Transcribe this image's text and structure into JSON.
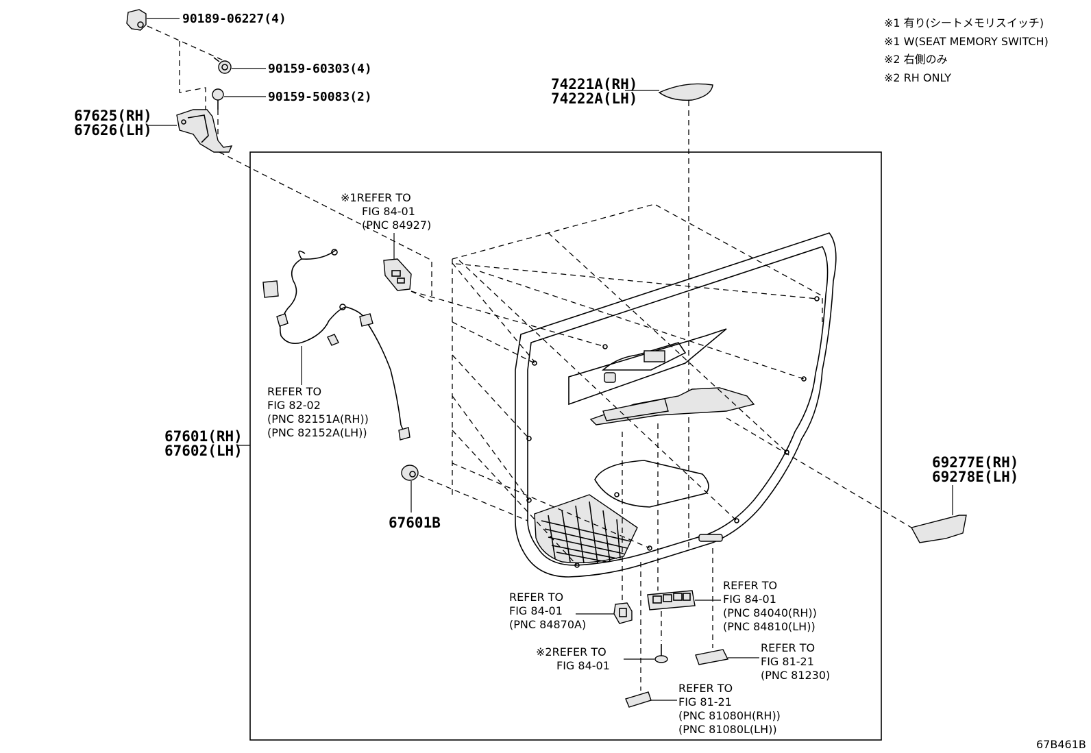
{
  "notes": [
    "※1 有り(シートメモリスイッチ)",
    "※1 W(SEAT MEMORY SWITCH)",
    "※2 右側のみ",
    "※2 RH ONLY"
  ],
  "fig_code": "67B461B",
  "parts": {
    "clip": "90189-06227(4)",
    "screw_a": "90159-60303(4)",
    "screw_b": "90159-50083(2)",
    "bracket_rh": "67625(RH)",
    "bracket_lh": "67626(LH)",
    "panel_rh": "67601(RH)",
    "panel_lh": "67602(LH)",
    "trim_rh": "74221A(RH)",
    "trim_lh": "74222A(LH)",
    "pad_rh": "69277E(RH)",
    "pad_lh": "69278E(LH)",
    "cap": "67601B"
  },
  "refs": {
    "seat_memory": [
      "※1REFER TO",
      "FIG 84-01",
      "(PNC 84927)"
    ],
    "wire": [
      "REFER TO",
      "FIG 82-02",
      "(PNC 82151A(RH))",
      "(PNC 82152A(LH))"
    ],
    "switch_small": [
      "REFER TO",
      "FIG 84-01",
      "(PNC 84870A)"
    ],
    "switch_master": [
      "REFER TO",
      "FIG 84-01",
      "(PNC 84040(RH))",
      "(PNC 84810(LH))"
    ],
    "screw_rh": [
      "※2REFER TO",
      "FIG 84-01"
    ],
    "lamp": [
      "REFER TO",
      "FIG 81-21",
      "(PNC 81230)"
    ],
    "courtesy": [
      "REFER TO",
      "FIG 81-21",
      "(PNC 81080H(RH))",
      "(PNC 81080L(LH))"
    ]
  }
}
